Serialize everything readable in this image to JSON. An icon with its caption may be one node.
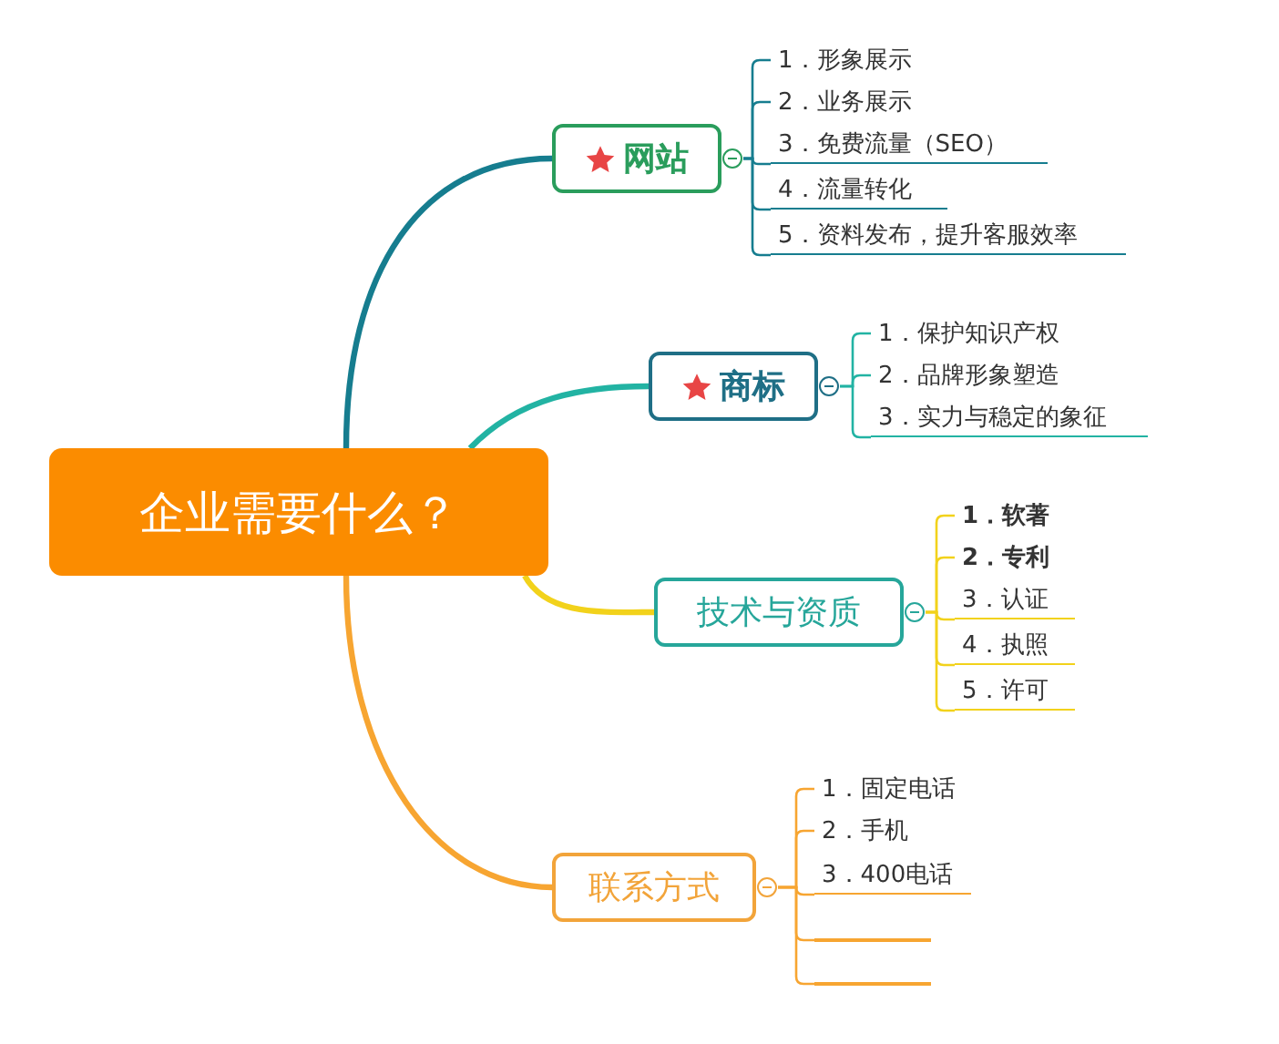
{
  "diagram": {
    "nodes": [
      {
        "text": [
          "企业需要什么？"
        ]
      },
      {
        "text": [
          "网站"
        ]
      },
      {
        "text": [
          "1．形象展示"
        ]
      },
      {
        "text": [
          "2．业务展示"
        ]
      },
      {
        "text": [
          "3．免费流量（SEO）"
        ]
      },
      {
        "text": [
          "4．流量转化"
        ]
      },
      {
        "text": [
          "5．资料发布，提升客服效率"
        ]
      },
      {
        "text": [
          "商标"
        ]
      },
      {
        "text": [
          "1．保护知识产权"
        ]
      },
      {
        "text": [
          "2．品牌形象塑造"
        ]
      },
      {
        "text": [
          "3．实力与稳定的象征"
        ]
      },
      {
        "text": [
          "技术与资质"
        ]
      },
      {
        "text": [
          "1．软著"
        ]
      },
      {
        "text": [
          "2．专利"
        ]
      },
      {
        "text": [
          "3．认证"
        ]
      },
      {
        "text": [
          "4．执照"
        ]
      },
      {
        "text": [
          "5．许可"
        ]
      },
      {
        "text": [
          "联系方式"
        ]
      },
      {
        "text": [
          "1．固定电话"
        ]
      },
      {
        "text": [
          "2．手机"
        ]
      },
      {
        "text": [
          "3．400电话"
        ]
      },
      {
        "text": [],
        "shape": "bar"
      },
      {
        "text": [],
        "shape": "bar"
      }
    ],
    "edges": [
      {
        "from": 0,
        "to": 1,
        "arrow": "none",
        "style": "thick",
        "color": "#167d8f"
      },
      {
        "from": 0,
        "to": 7,
        "arrow": "none",
        "style": "thick",
        "color": "#22b3a3"
      },
      {
        "from": 0,
        "to": 11,
        "arrow": "none",
        "style": "thick",
        "color": "#f2d21b"
      },
      {
        "from": 0,
        "to": 17,
        "arrow": "none",
        "style": "thick",
        "color": "#f7a531"
      },
      {
        "from": 1,
        "to": 2,
        "arrow": "none",
        "color": "#167d8f"
      },
      {
        "from": 1,
        "to": 3,
        "arrow": "none",
        "color": "#167d8f"
      },
      {
        "from": 1,
        "to": 4,
        "arrow": "none",
        "color": "#167d8f"
      },
      {
        "from": 1,
        "to": 5,
        "arrow": "none",
        "color": "#167d8f"
      },
      {
        "from": 1,
        "to": 6,
        "arrow": "none",
        "color": "#167d8f"
      },
      {
        "from": 7,
        "to": 8,
        "arrow": "none",
        "color": "#22b3a3"
      },
      {
        "from": 7,
        "to": 9,
        "arrow": "none",
        "color": "#22b3a3"
      },
      {
        "from": 7,
        "to": 10,
        "arrow": "none",
        "color": "#22b3a3"
      },
      {
        "from": 11,
        "to": 12,
        "arrow": "none",
        "color": "#f2d21b"
      },
      {
        "from": 11,
        "to": 13,
        "arrow": "none",
        "color": "#f2d21b"
      },
      {
        "from": 11,
        "to": 14,
        "arrow": "none",
        "color": "#f2d21b"
      },
      {
        "from": 11,
        "to": 15,
        "arrow": "none",
        "color": "#f2d21b"
      },
      {
        "from": 11,
        "to": 16,
        "arrow": "none",
        "color": "#f2d21b"
      },
      {
        "from": 17,
        "to": 18,
        "arrow": "none",
        "color": "#f7a531"
      },
      {
        "from": 17,
        "to": 19,
        "arrow": "none",
        "color": "#f7a531"
      },
      {
        "from": 17,
        "to": 20,
        "arrow": "none",
        "color": "#f7a531"
      },
      {
        "from": 17,
        "to": 21,
        "arrow": "none",
        "color": "#f7a531"
      },
      {
        "from": 17,
        "to": 22,
        "arrow": "none",
        "color": "#f7a531"
      }
    ]
  }
}
